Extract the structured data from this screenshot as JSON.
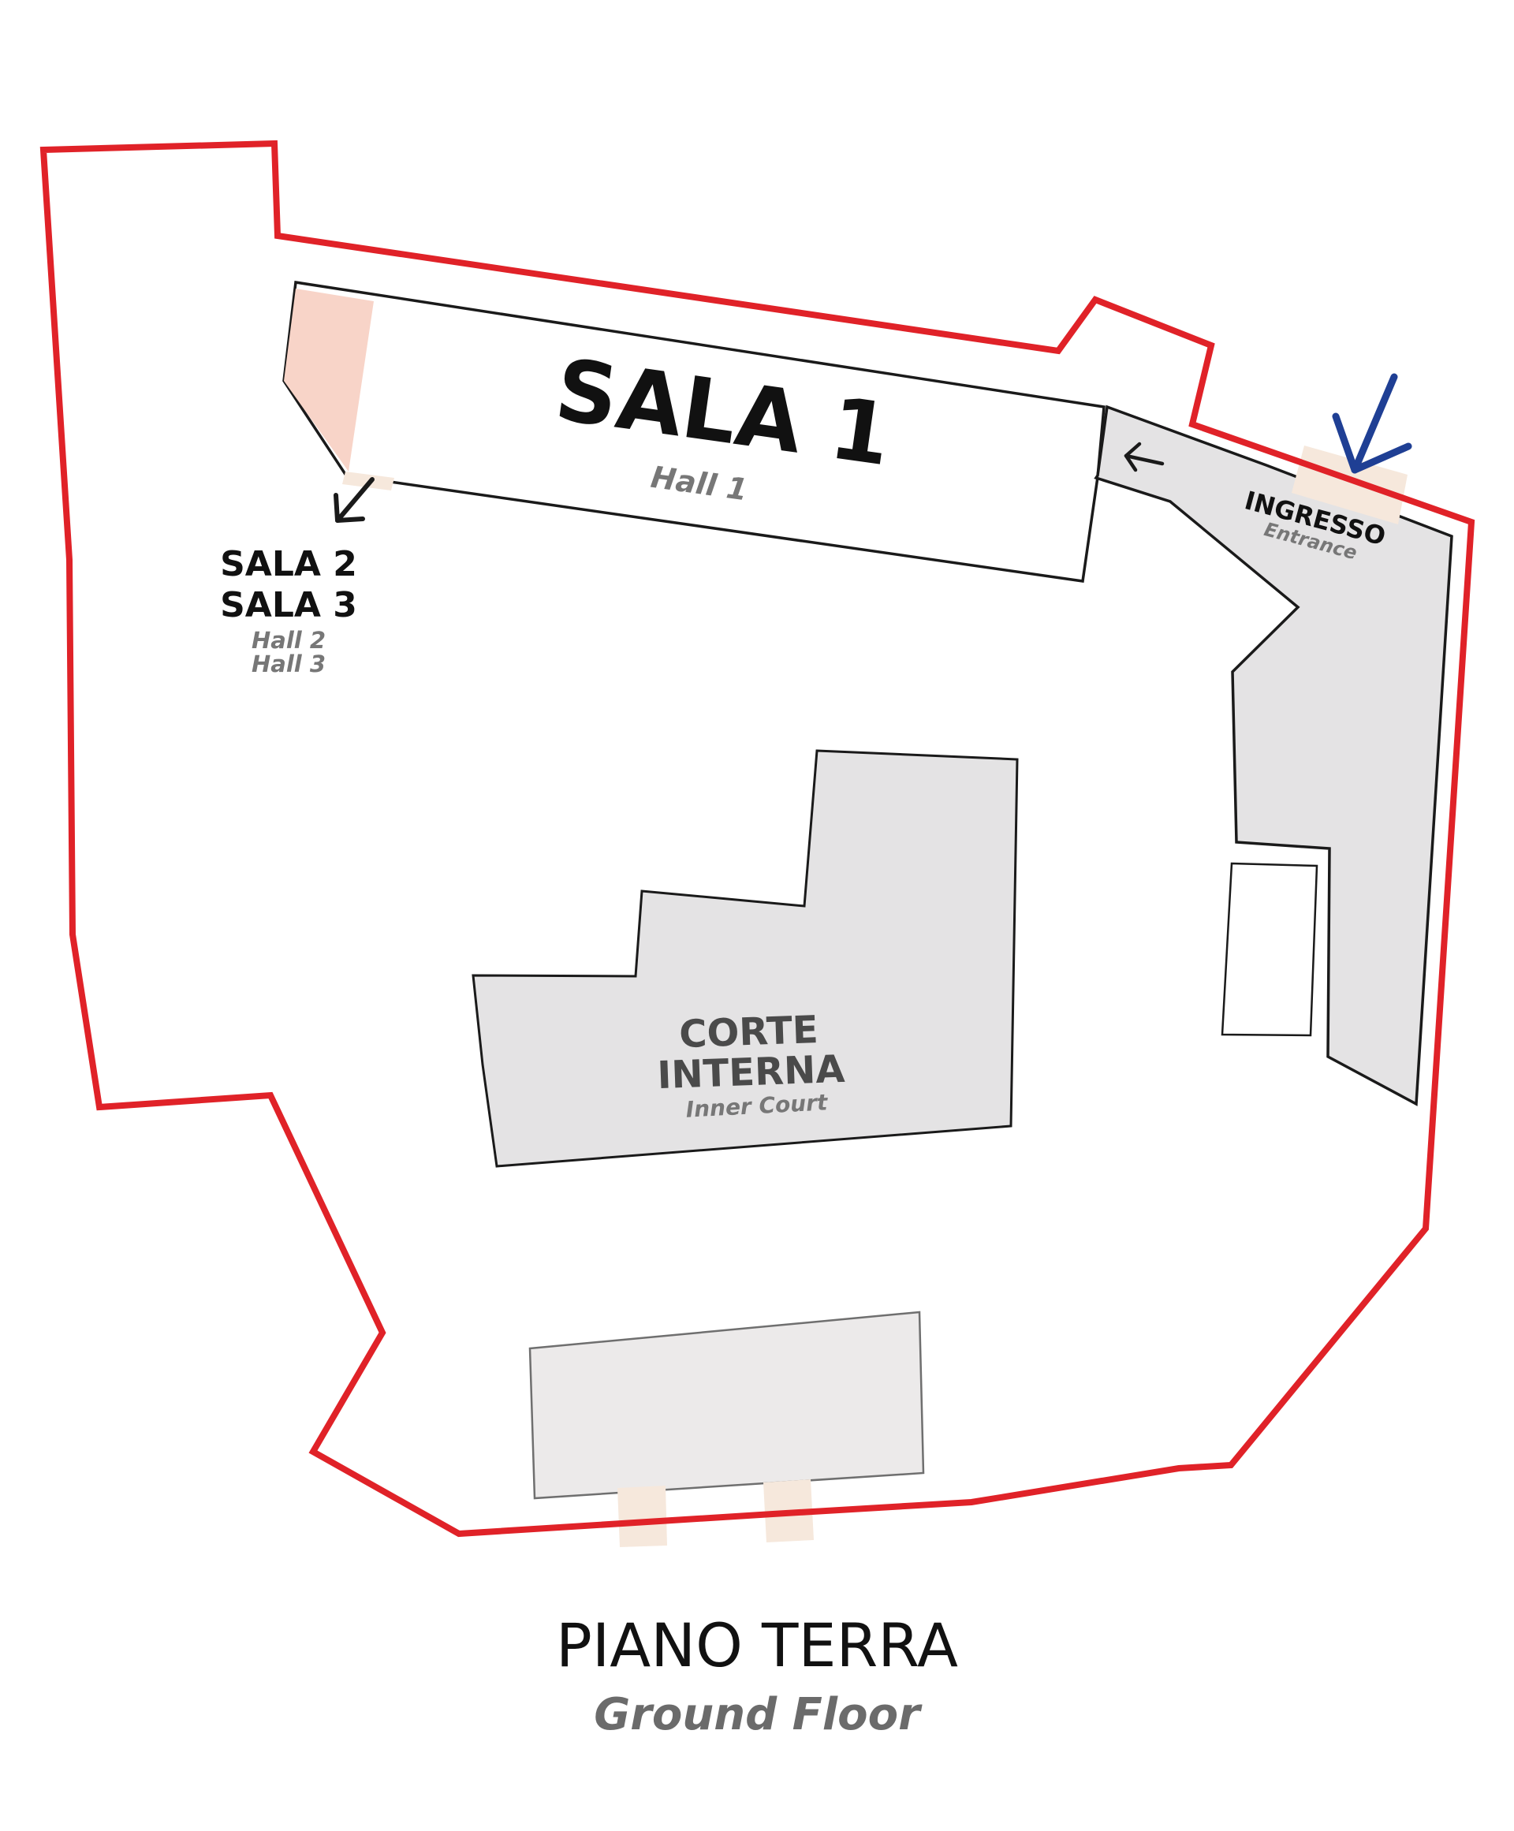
{
  "colors": {
    "perimeter": "#e02228",
    "room_fill": "#e4e3e4",
    "room_stroke": "#1a1a1a",
    "door_fill": "#f6e8dc",
    "highlight_fill": "#f8d4c8",
    "entrance_arrow": "#1f3f94",
    "text_dark": "#111111",
    "text_grey": "#777777"
  },
  "rooms": {
    "sala1": {
      "name": "SALA 1",
      "english": "Hall 1"
    },
    "sala2": {
      "name": "SALA 2",
      "english": "Hall 2"
    },
    "sala3": {
      "name": "SALA 3",
      "english": "Hall 3"
    },
    "corte": {
      "name_line1": "CORTE",
      "name_line2": "INTERNA",
      "english": "Inner Court"
    },
    "ingresso": {
      "name": "INGRESSO",
      "english": "Entrance"
    }
  },
  "floor": {
    "title": "PIANO TERRA",
    "subtitle": "Ground Floor"
  },
  "icons": {
    "entrance": "entrance-arrow-icon",
    "direction_sala1": "arrow-left-icon",
    "direction_sala23": "arrow-down-left-icon"
  }
}
